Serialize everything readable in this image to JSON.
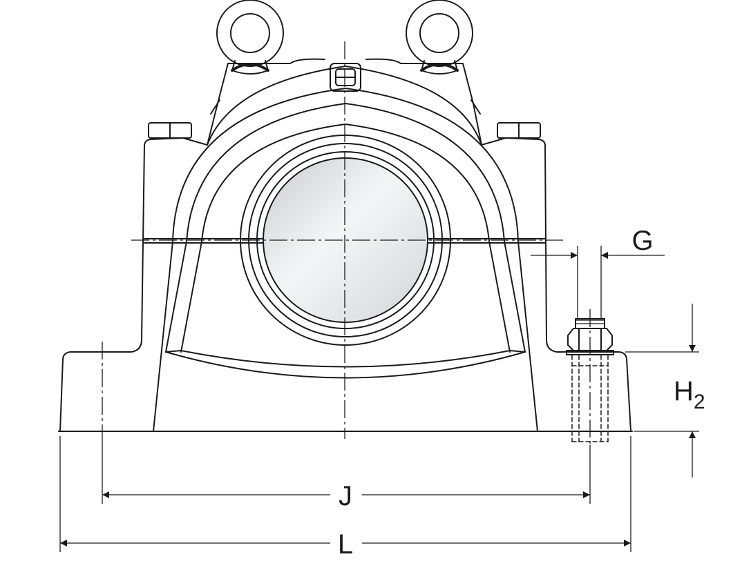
{
  "diagram": {
    "labels": {
      "G": "G",
      "H2_base": "H",
      "H2_sub": "2",
      "J": "J",
      "L": "L"
    }
  },
  "colors": {
    "stroke": "#1a1a1a",
    "bg": "#ffffff",
    "shaft_light": "#f4f5f6",
    "shaft_dark": "#c9ccd0"
  }
}
